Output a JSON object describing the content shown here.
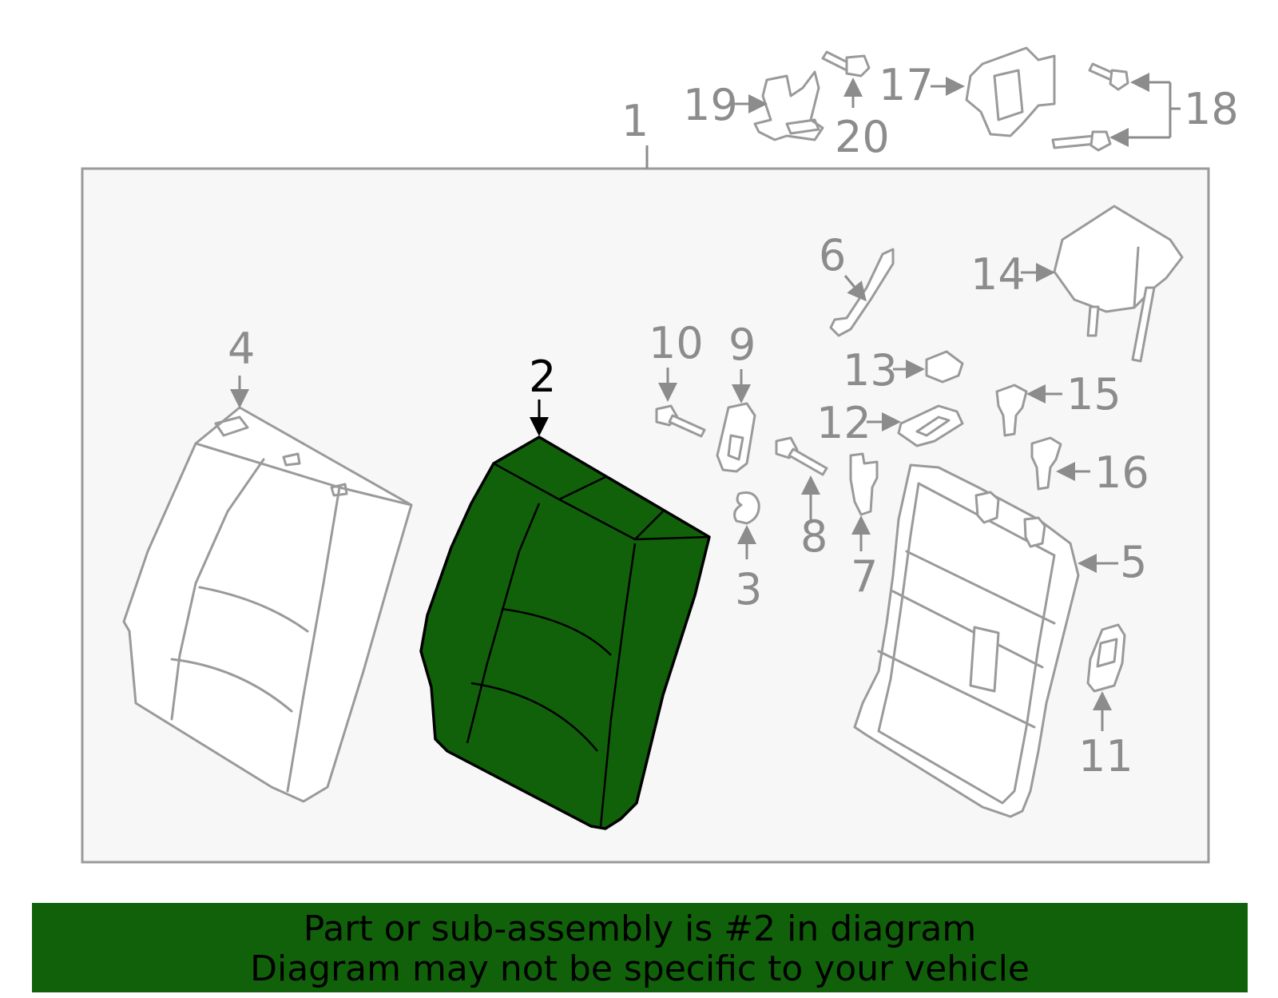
{
  "diagram": {
    "callouts": {
      "c1": "1",
      "c2": "2",
      "c3": "3",
      "c4": "4",
      "c5": "5",
      "c6": "6",
      "c7": "7",
      "c8": "8",
      "c9": "9",
      "c10": "10",
      "c11": "11",
      "c12": "12",
      "c13": "13",
      "c14": "14",
      "c15": "15",
      "c16": "16",
      "c17": "17",
      "c18": "18",
      "c19": "19",
      "c20": "20"
    },
    "highlighted_part": "2",
    "colors": {
      "highlight": "#11610a",
      "outline": "#9a9a9a",
      "label": "#8c8c8c",
      "frame_bg": "#f7f7f7"
    }
  },
  "banner": {
    "line1": "Part or sub-assembly is #2 in diagram",
    "line2": "Diagram may not be specific to your vehicle"
  }
}
